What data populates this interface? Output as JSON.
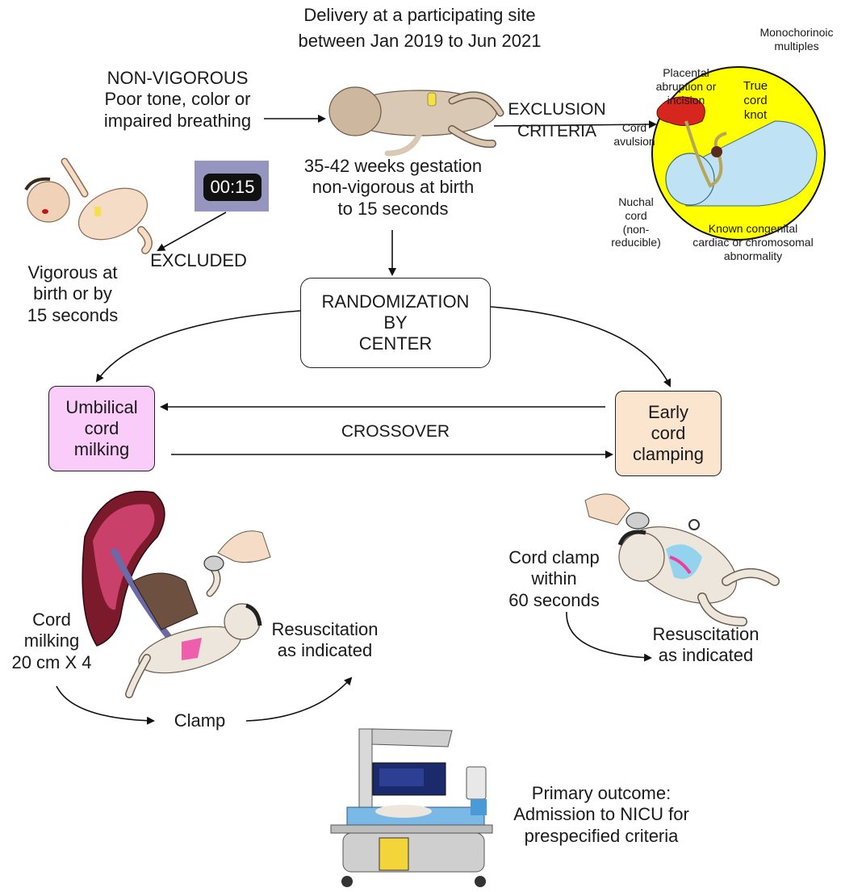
{
  "header": {
    "line1": "Delivery at a participating site",
    "line2": "between Jan 2019 to Jun 2021"
  },
  "nonvigorous": {
    "line1": "NON-VIGOROUS",
    "line2": "Poor tone, color or",
    "line3": "impaired breathing"
  },
  "timer": {
    "value": "00:15"
  },
  "eligibility": {
    "line1": "35-42 weeks gestation",
    "line2": "non-vigorous at birth",
    "line3": "to 15 seconds"
  },
  "excluded": {
    "label": "EXCLUDED"
  },
  "vigorous": {
    "line1": "Vigorous at",
    "line2": "birth or by",
    "line3": "15 seconds"
  },
  "exclusion": {
    "line1": "EXCLUSION",
    "line2": "CRITERIA",
    "placental": [
      "Placental",
      "abruption or",
      "incision"
    ],
    "monochorionic": [
      "Monochorinoic",
      "multiples"
    ],
    "true_knot": [
      "True",
      "cord",
      "knot"
    ],
    "avulsion": [
      "Cord",
      "avulsion"
    ],
    "nuchal": [
      "Nuchal",
      "cord",
      "(non-",
      "reducible)"
    ],
    "congenital": [
      "Known congenital",
      "cardiac or chromosomal",
      "abnormality"
    ]
  },
  "randomization": {
    "line1": "RANDOMIZATION",
    "line2": "BY",
    "line3": "CENTER"
  },
  "arm_ucm": {
    "line1": "Umbilical",
    "line2": "cord",
    "line3": "milking",
    "fill": "#f9ccf9"
  },
  "arm_ecc": {
    "line1": "Early",
    "line2": "cord",
    "line3": "clamping",
    "fill": "#fce5cf"
  },
  "crossover": {
    "label": "CROSSOVER"
  },
  "ucm_steps": {
    "milking": [
      "Cord",
      "milking",
      "20 cm X 4"
    ],
    "clamp": "Clamp",
    "resus": [
      "Resuscitation",
      "as indicated"
    ]
  },
  "ecc_steps": {
    "clamp": [
      "Cord clamp",
      "within",
      "60 seconds"
    ],
    "resus": [
      "Resuscitation",
      "as indicated"
    ]
  },
  "outcome": {
    "line1": "Primary outcome:",
    "line2": "Admission to NICU for",
    "line3": "prespecified criteria"
  },
  "colors": {
    "exclusion_circle": "#ffff00",
    "placenta": "#d7261e",
    "infant_blue": "#bfe3f5",
    "timer_panel": "#9595c0",
    "timer_text": "#ffffff"
  }
}
